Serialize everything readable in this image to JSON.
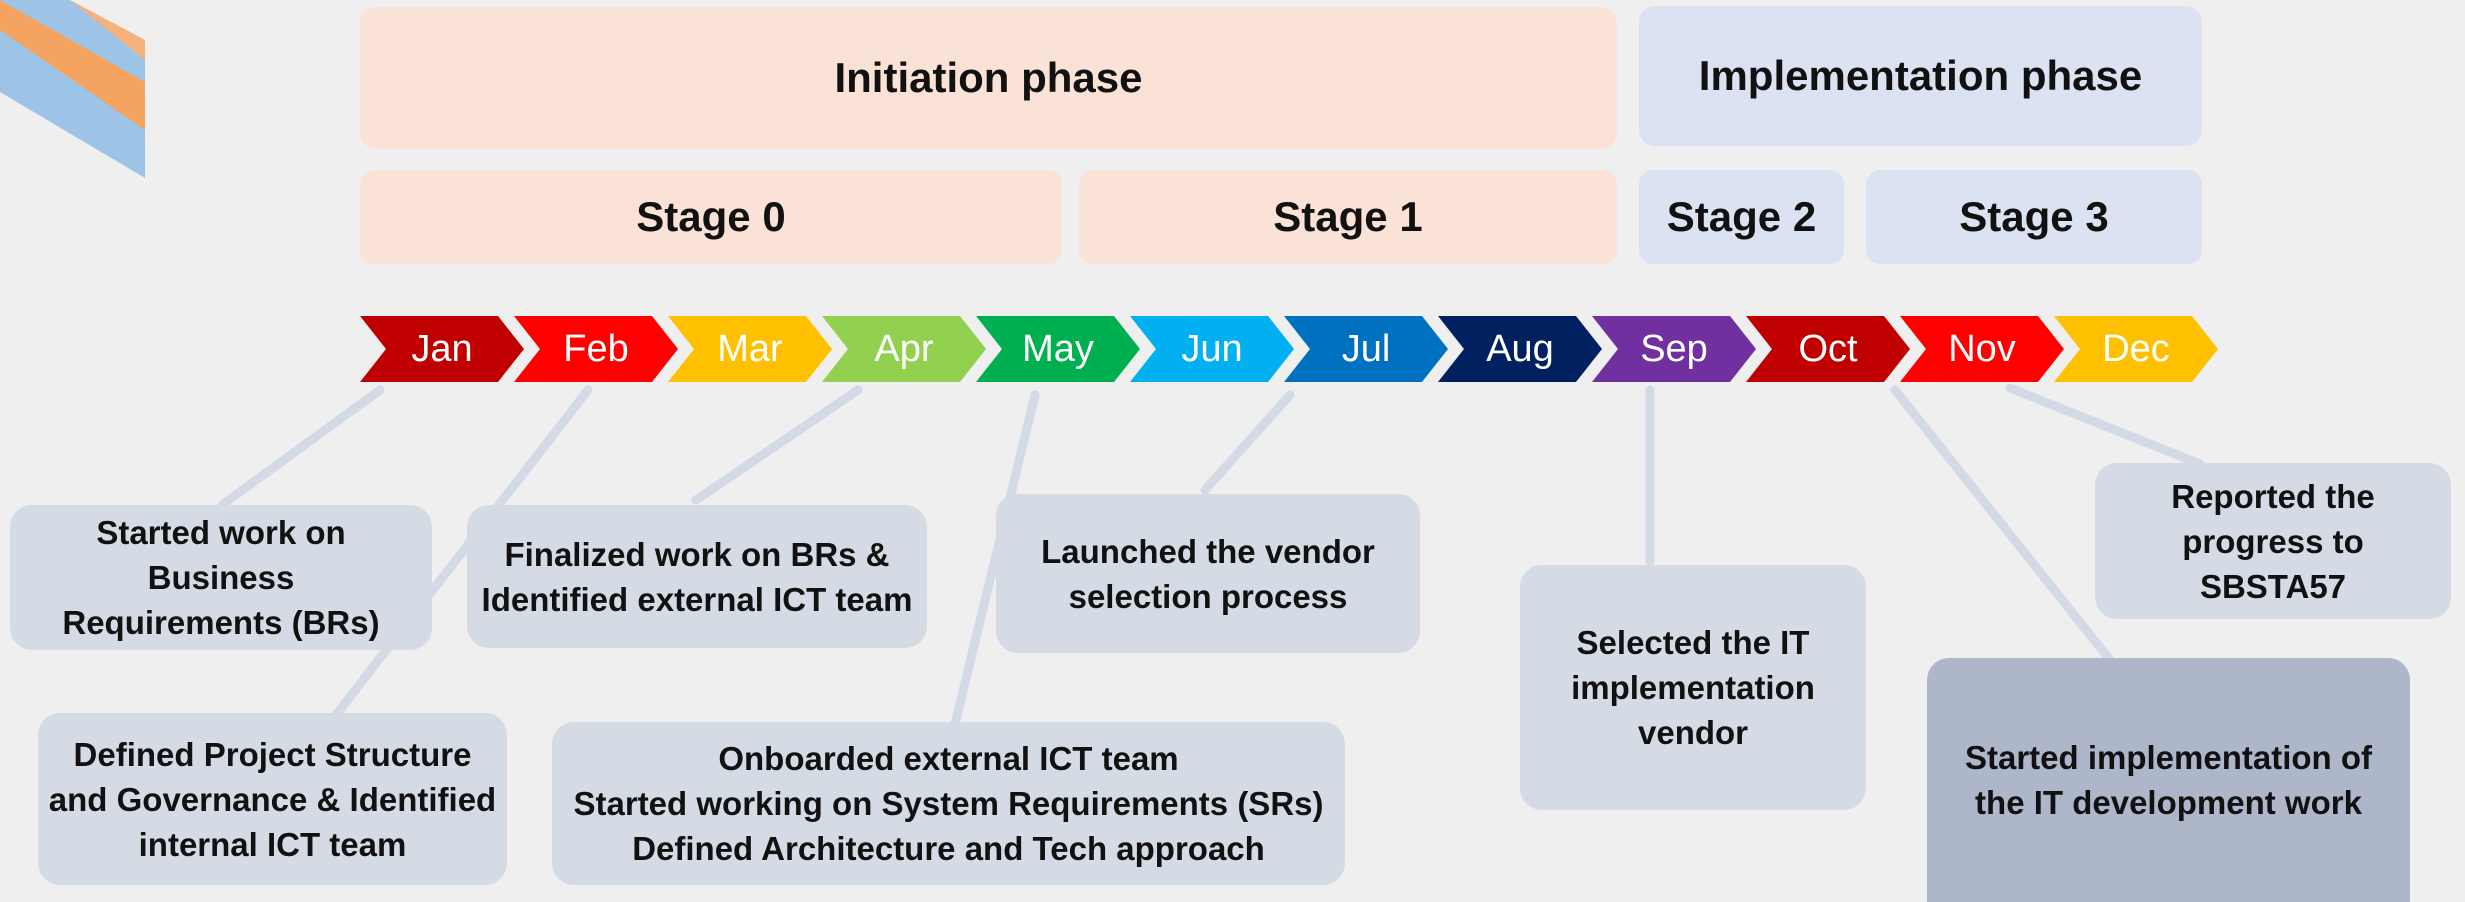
{
  "phases": {
    "initiation": "Initiation phase",
    "implementation": "Implementation phase"
  },
  "stages": [
    "Stage 0",
    "Stage 1",
    "Stage 2",
    "Stage 3"
  ],
  "months": [
    {
      "label": "Jan",
      "color": "#c00000"
    },
    {
      "label": "Feb",
      "color": "#ff0000"
    },
    {
      "label": "Mar",
      "color": "#ffc000"
    },
    {
      "label": "Apr",
      "color": "#92d050"
    },
    {
      "label": "May",
      "color": "#00b050"
    },
    {
      "label": "Jun",
      "color": "#00b0f0"
    },
    {
      "label": "Jul",
      "color": "#0070c0"
    },
    {
      "label": "Aug",
      "color": "#002060"
    },
    {
      "label": "Sep",
      "color": "#7030a0"
    },
    {
      "label": "Oct",
      "color": "#c00000"
    },
    {
      "label": "Nov",
      "color": "#ff0000"
    },
    {
      "label": "Dec",
      "color": "#ffc000"
    }
  ],
  "milestones": [
    {
      "lines": [
        "Started work on Business",
        "Requirements (BRs)"
      ]
    },
    {
      "lines": [
        "Defined Project Structure",
        "and Governance & Identified",
        "internal ICT team"
      ]
    },
    {
      "lines": [
        "Finalized work on BRs &",
        "Identified external ICT team"
      ]
    },
    {
      "lines": [
        "Onboarded external ICT team",
        "Started working on System Requirements (SRs)",
        "Defined Architecture and Tech approach"
      ]
    },
    {
      "lines": [
        "Launched the vendor",
        "selection process"
      ]
    },
    {
      "lines": [
        "Selected the IT",
        "implementation",
        "vendor"
      ]
    },
    {
      "lines": [
        "Started implementation of",
        "the IT development work"
      ]
    },
    {
      "lines": [
        "Reported the",
        "progress to SBSTA57"
      ]
    }
  ],
  "colors": {
    "peach": "#fae3d6",
    "light_blue": "#dbe3f2",
    "note_gray": "#d5dbe4",
    "note_dark": "#adb7c9",
    "connector": "#d3dae6",
    "corner_blue": "#9dc3e6",
    "corner_orange": "#f4a460"
  }
}
